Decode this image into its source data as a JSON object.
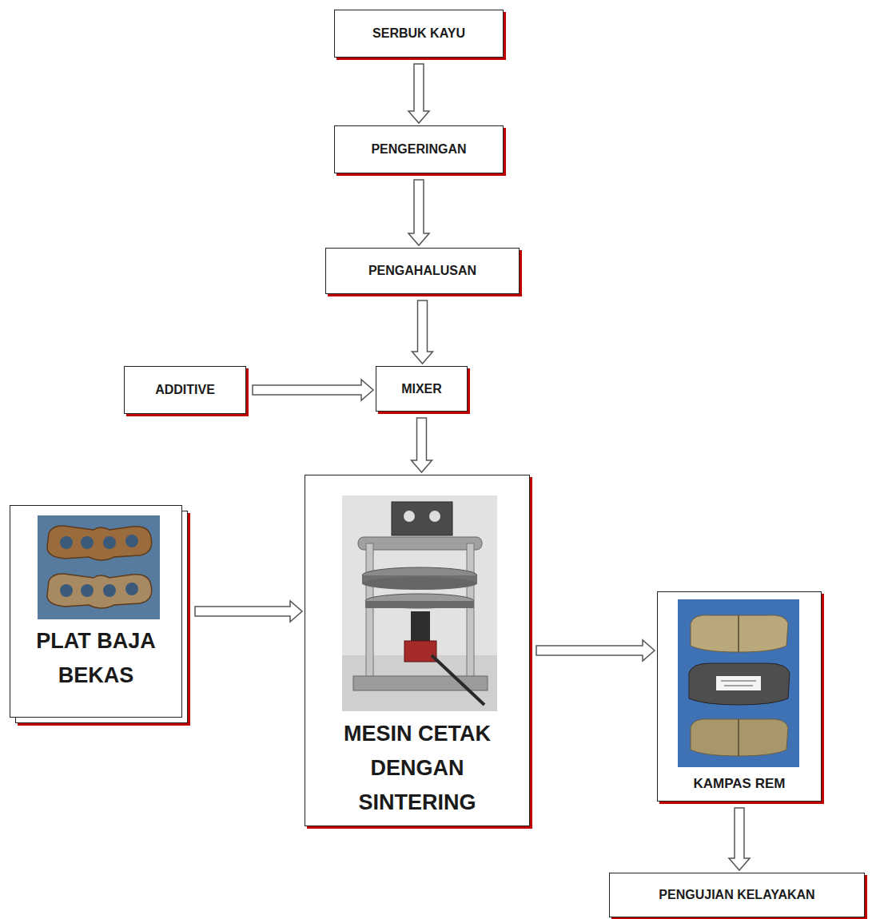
{
  "diagram": {
    "nodes": [
      {
        "text": [
          "SERBUK KAYU"
        ]
      },
      {
        "text": [
          "PENGERINGAN"
        ]
      },
      {
        "text": [
          "PENGAHALUSAN"
        ]
      },
      {
        "text": [
          "ADDITIVE"
        ]
      },
      {
        "text": [
          "MIXER"
        ]
      },
      {
        "text": [
          "PLAT BAJA BEKAS"
        ]
      },
      {
        "text": [
          "MESIN CETAK DENGAN SINTERING"
        ]
      },
      {
        "text": [
          "KAMPAS REM"
        ]
      },
      {
        "text": [
          "PENGUJIAN KELAYAKAN"
        ]
      }
    ],
    "edges": [
      {
        "from": 0,
        "to": 1,
        "arrow": "to"
      },
      {
        "from": 1,
        "to": 2,
        "arrow": "to"
      },
      {
        "from": 2,
        "to": 4,
        "arrow": "to"
      },
      {
        "from": 3,
        "to": 4,
        "arrow": "to"
      },
      {
        "from": 4,
        "to": 6,
        "arrow": "to"
      },
      {
        "from": 5,
        "to": 6,
        "arrow": "to"
      },
      {
        "from": 6,
        "to": 7,
        "arrow": "to"
      },
      {
        "from": 7,
        "to": 8,
        "arrow": "to"
      }
    ]
  }
}
